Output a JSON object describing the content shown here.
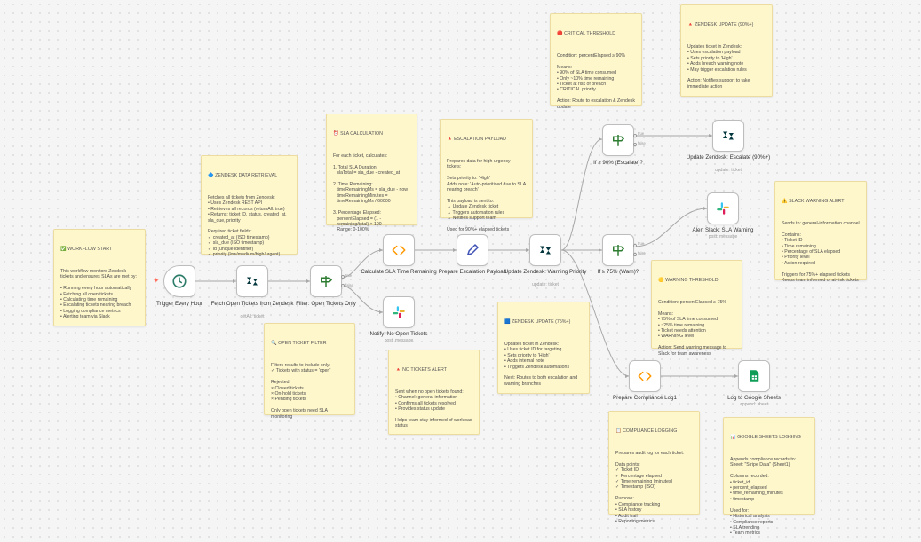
{
  "nodes": {
    "trigger": {
      "label": "Trigger Every Hour"
    },
    "fetch": {
      "label": "Fetch Open Tickets from Zendesk",
      "sub": "getAll: ticket"
    },
    "filter": {
      "label": "Filter: Open Tickets Only",
      "true_label": "true",
      "false_label": "false"
    },
    "calc": {
      "label": "Calculate SLA Time Remaining"
    },
    "notify_no": {
      "label": "Notify: No Open Tickets",
      "sub": "post: message"
    },
    "prep_esc": {
      "label": "Prepare Escalation Payload"
    },
    "update_pri": {
      "label": "Update Zendesk: Warning Priority",
      "sub": "update: ticket"
    },
    "if90": {
      "label": "If ≥ 90% (Escalate)?",
      "true_label": "true",
      "false_label": "false"
    },
    "update_esc": {
      "label": "Update Zendesk: Escalate (90%+)",
      "sub": "update: ticket"
    },
    "if75": {
      "label": "If ≥ 75% (Warn)?",
      "true_label": "true",
      "false_label": "false"
    },
    "alert_slack": {
      "label": "Alert Slack: SLA Warning",
      "sub": "post: message"
    },
    "prep_log": {
      "label": "Prepare Compliance Log1"
    },
    "log_sheets": {
      "label": "Log to Google Sheets",
      "sub": "append: sheet"
    }
  },
  "notes": {
    "workflow_start": {
      "icon": "✅",
      "title": "WORKFLOW START",
      "body": "This workflow monitors Zendesk tickets and ensures SLAs are met by:\n\n• Running every hour automatically\n• Fetching all open tickets\n• Calculating time remaining\n• Escalating tickets nearing breach\n• Logging compliance metrics\n• Alerting team via Slack"
    },
    "data_retrieval": {
      "icon": "🔷",
      "title": "ZENDESK DATA RETRIEVAL",
      "body": "Fetches all tickets from Zendesk:\n• Uses Zendesk REST API\n• Retrieves all records (returnAll: true)\n• Returns: ticket ID, status, created_at, sla_due, priority\n\nRequired ticket fields:\n✓ created_at (ISO timestamp)\n✓ sla_due (ISO timestamp)\n✓ id (unique identifier)\n✓ priority (low/medium/high/urgent)"
    },
    "sla_calc": {
      "icon": "⏰",
      "title": "SLA CALCULATION",
      "body": "For each ticket, calculates:\n\n1. Total SLA Duration:\n   slaTotal = sla_due - created_at\n\n2. Time Remaining:\n   timeRemainingMs = sla_due - now\n   timeRemainingMinutes =\n   timeRemainingMs / 60000\n\n3. Percentage Elapsed:\n   percentElapsed = (1 -\n   remaining/total) × 100\n   Range: 0-100%"
    },
    "esc_payload": {
      "icon": "🔺",
      "title": "ESCALATION PAYLOAD",
      "body": "Prepares data for high-urgency tickets:\n\nSets priority to: 'High'\nAdds note: 'Auto-prioritised due to SLA nearing breach'\n\nThis payload is sent to:\n→ Update Zendesk ticket\n→ Triggers automation rules\n→ Notifies support team\n\nUsed for 90%+ elapsed tickets"
    },
    "critical": {
      "icon": "🔴",
      "title": "CRITICAL THRESHOLD",
      "body": "Condition: percentElapsed ≥ 90%\n\nMeans:\n• 90% of SLA time consumed\n• Only ~10% time remaining\n• Ticket at risk of breach\n• CRITICAL priority\n\nAction: Route to escalation & Zendesk update"
    },
    "zd90": {
      "icon": "🔺",
      "title": "ZENDESK UPDATE (90%+)",
      "body": "Updates ticket in Zendesk:\n• Uses escalation payload\n• Sets priority to 'High'\n• Adds breach warning note\n• May trigger escalation rules\n\nAction: Notifies support to take immediate action"
    },
    "slack_warning": {
      "icon": "⚠️",
      "title": "SLACK WARNING ALERT",
      "body": "Sends to: general-information channel\n\nContains:\n• Ticket ID\n• Time remaining\n• Percentage of SLA elapsed\n• Priority level\n• Action required\n\nTriggers for 75%+ elapsed tickets\nKeeps team informed of at-risk tickets"
    },
    "warning_threshold": {
      "icon": "🟡",
      "title": "WARNING THRESHOLD",
      "body": "Condition: percentElapsed ≥ 75%\n\nMeans:\n• 75% of SLA time consumed\n• ~25% time remaining\n• Ticket needs attention\n• WARNING level\n\nAction: Send warning message to Slack for team awareness"
    },
    "open_filter": {
      "icon": "🔍",
      "title": "OPEN TICKET FILTER",
      "body": "Filters results to include only:\n✓ Tickets with status = 'open'\n\nRejected:\n× Closed tickets\n× On-hold tickets\n× Pending tickets\n\nOnly open tickets need SLA monitoring"
    },
    "no_tickets": {
      "icon": "🔺",
      "title": "NO TICKETS ALERT",
      "body": "Sent when no open tickets found:\n• Channel: general-information\n• Confirms all tickets resolved\n• Provides status update\n\nHelps team stay informed of workload status"
    },
    "zd75": {
      "icon": "🟦",
      "title": "ZENDESK UPDATE (75%+)",
      "body": "Updates ticket in Zendesk:\n• Uses ticket ID for targeting\n• Sets priority to 'High'\n• Adds internal note\n• Triggers Zendesk automations\n\nNext: Routes to both escalation and warning branches"
    },
    "compliance_logging": {
      "icon": "📋",
      "title": "COMPLIANCE LOGGING",
      "body": "Prepares audit log for each ticket:\n\nData points:\n✓ Ticket ID\n✓ Percentage elapsed\n✓ Time remaining (minutes)\n✓ Timestamp (ISO)\n\nPurpose:\n• Compliance tracking\n• SLA history\n• Audit trail\n• Reporting metrics"
    },
    "sheets_logging": {
      "icon": "📊",
      "title": "GOOGLE SHEETS LOGGING",
      "body": "Appends compliance records to:\nSheet: \"Stripe Data\" (Sheet1)\n\nColumns recorded:\n• ticket_id\n• percent_elapsed\n• time_remaining_minutes\n• timestamp\n\nUsed for:\n• Historical analysis\n• Compliance reports\n• SLA trending\n• Team metrics"
    }
  },
  "colors": {
    "zendesk": "#03363d",
    "code": "#ff9800",
    "filter": "#2e7d32",
    "edit": "#3f51b5",
    "sheets": "#0f9d58",
    "trigger": "#2e7d6b",
    "edge": "#a8a8a8",
    "sticky_bg": "#fff7cc"
  }
}
